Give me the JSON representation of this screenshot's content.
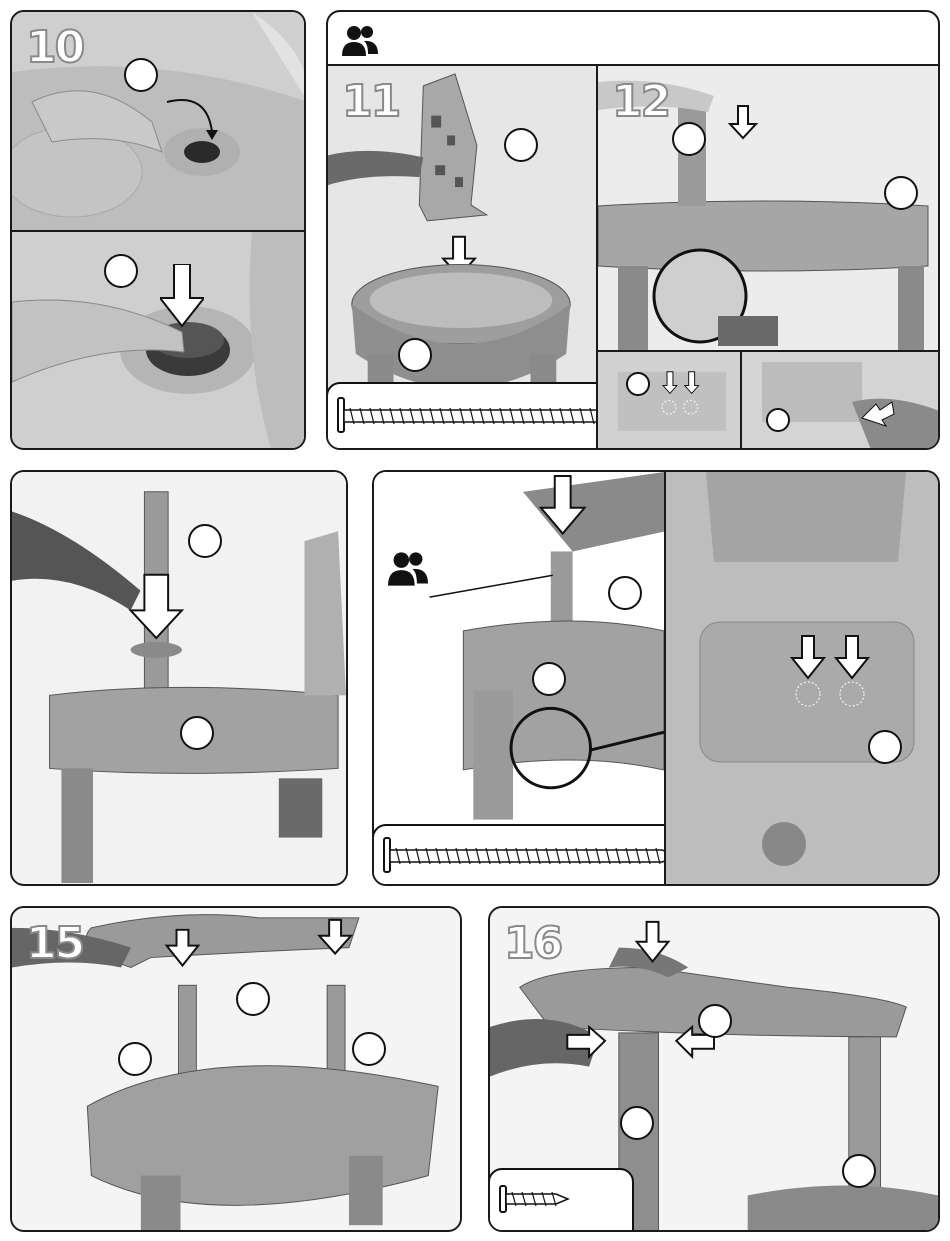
{
  "steps": [
    {
      "id": "10",
      "label": "10"
    },
    {
      "id": "11",
      "label": "11"
    },
    {
      "id": "12",
      "label": "12"
    },
    {
      "id": "13",
      "label": ""
    },
    {
      "id": "14",
      "label": ""
    },
    {
      "id": "15",
      "label": "15"
    },
    {
      "id": "16",
      "label": "16"
    }
  ],
  "icons": {
    "two_people": "two-people-icon",
    "screw_long": "long-screw-icon",
    "screw_short": "short-screw-icon",
    "arrow_down": "arrow-down-icon"
  },
  "colors": {
    "photo_bg": "#d9d9d9",
    "part_gray": "#9a9a9a",
    "outline": "#1a1a1a",
    "step_number": "#ffffff"
  }
}
